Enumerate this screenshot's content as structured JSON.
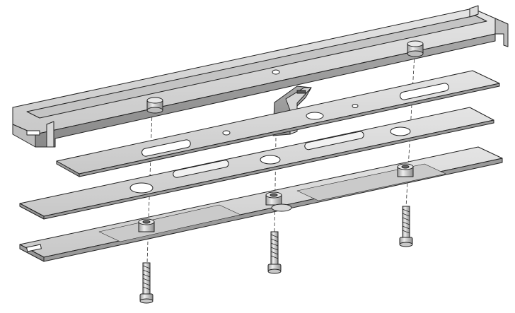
{
  "diagram": {
    "parts": [
      {
        "id": "top-rail",
        "kind": "profile-rail"
      },
      {
        "id": "slotted-bar-upper",
        "kind": "flat-bar"
      },
      {
        "id": "slotted-bar-middle",
        "kind": "flat-bar"
      },
      {
        "id": "base-plate",
        "kind": "flat-bar"
      },
      {
        "id": "hook-bracket",
        "kind": "bracket"
      },
      {
        "id": "screw-left",
        "kind": "screw"
      },
      {
        "id": "screw-center",
        "kind": "screw"
      },
      {
        "id": "screw-right",
        "kind": "screw"
      }
    ],
    "colors": {
      "face": "#d2d2d2",
      "face_light": "#e6e6e6",
      "face_dark": "#9a9a9a",
      "edge": "#222222",
      "hole": "#ffffff",
      "background": "#ffffff"
    }
  }
}
